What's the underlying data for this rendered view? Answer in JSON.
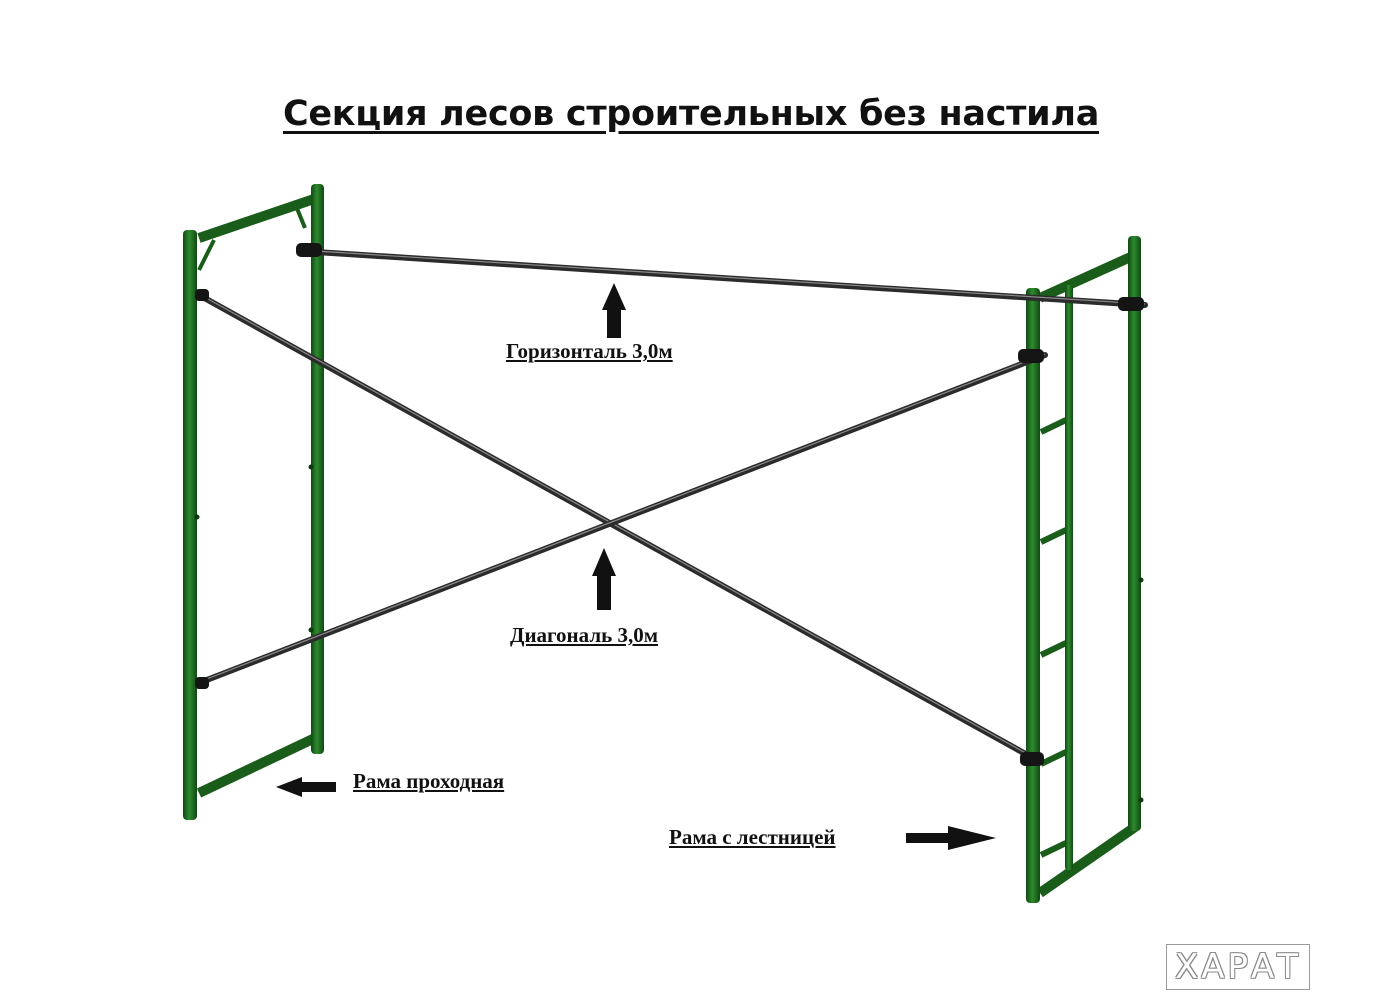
{
  "title": "Секция лесов строительных без настила",
  "labels": {
    "horizontal": "Горизонталь 3,0м",
    "diagonal": "Диагональ 3,0м",
    "walk_frame": "Рама проходная",
    "ladder_frame": "Рама с лестницей"
  },
  "watermark": "ХАРАТ",
  "colors": {
    "frame": "#1f6b1f",
    "bar": "#2b2b2b",
    "text": "#111111"
  }
}
